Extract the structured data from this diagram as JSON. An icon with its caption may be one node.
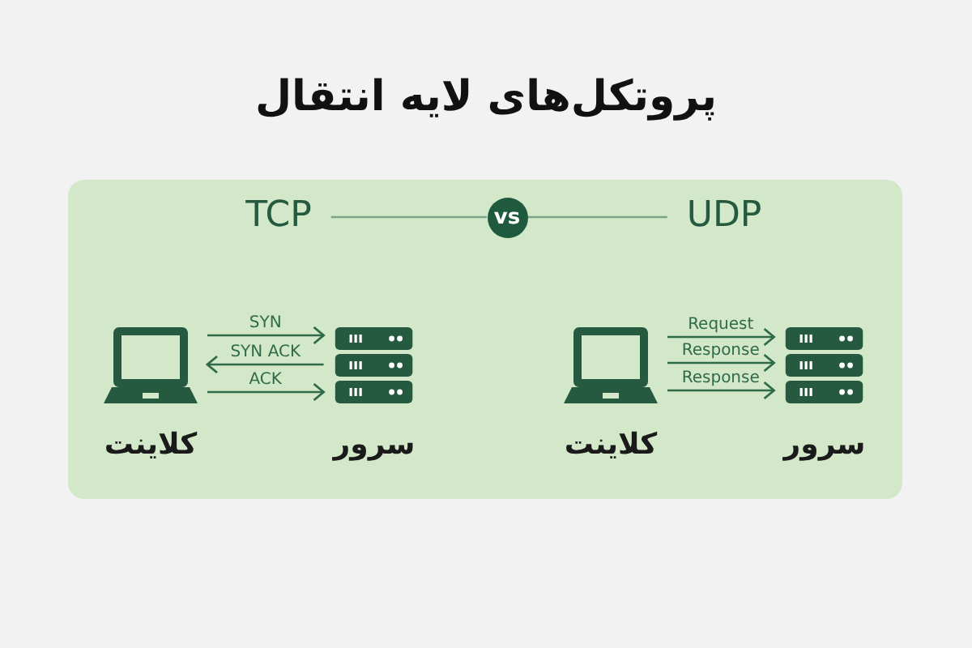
{
  "diagram": {
    "title": "پروتکل‌های لایه انتقال",
    "nodes": [
      {
        "text": [],
        "shape": "box"
      },
      {
        "text": [
          "TCP"
        ],
        "in": 0
      },
      {
        "text": [
          "vs"
        ],
        "in": 0
      },
      {
        "text": [
          "UDP"
        ],
        "in": 0
      },
      {
        "text": [
          "کلاینت"
        ],
        "in": 0
      },
      {
        "text": [
          "سرور"
        ],
        "in": 0
      },
      {
        "text": [
          "کلاینت"
        ],
        "in": 0
      },
      {
        "text": [
          "سرور"
        ],
        "in": 0
      }
    ],
    "edges": [
      {
        "from": 1,
        "to": 2,
        "arrow": "none",
        "color": "#7fa386"
      },
      {
        "from": 2,
        "to": 3,
        "arrow": "none",
        "color": "#7fa386"
      },
      {
        "from": 4,
        "to": 5,
        "arrow": "to",
        "label": "SYN"
      },
      {
        "from": 5,
        "to": 4,
        "arrow": "to",
        "label": "SYN ACK"
      },
      {
        "from": 4,
        "to": 5,
        "arrow": "to",
        "label": "ACK"
      },
      {
        "from": 6,
        "to": 7,
        "arrow": "to",
        "label": "Request"
      },
      {
        "from": 6,
        "to": 7,
        "arrow": "to",
        "label": "Response"
      },
      {
        "from": 6,
        "to": 7,
        "arrow": "to",
        "label": "Response"
      }
    ]
  }
}
